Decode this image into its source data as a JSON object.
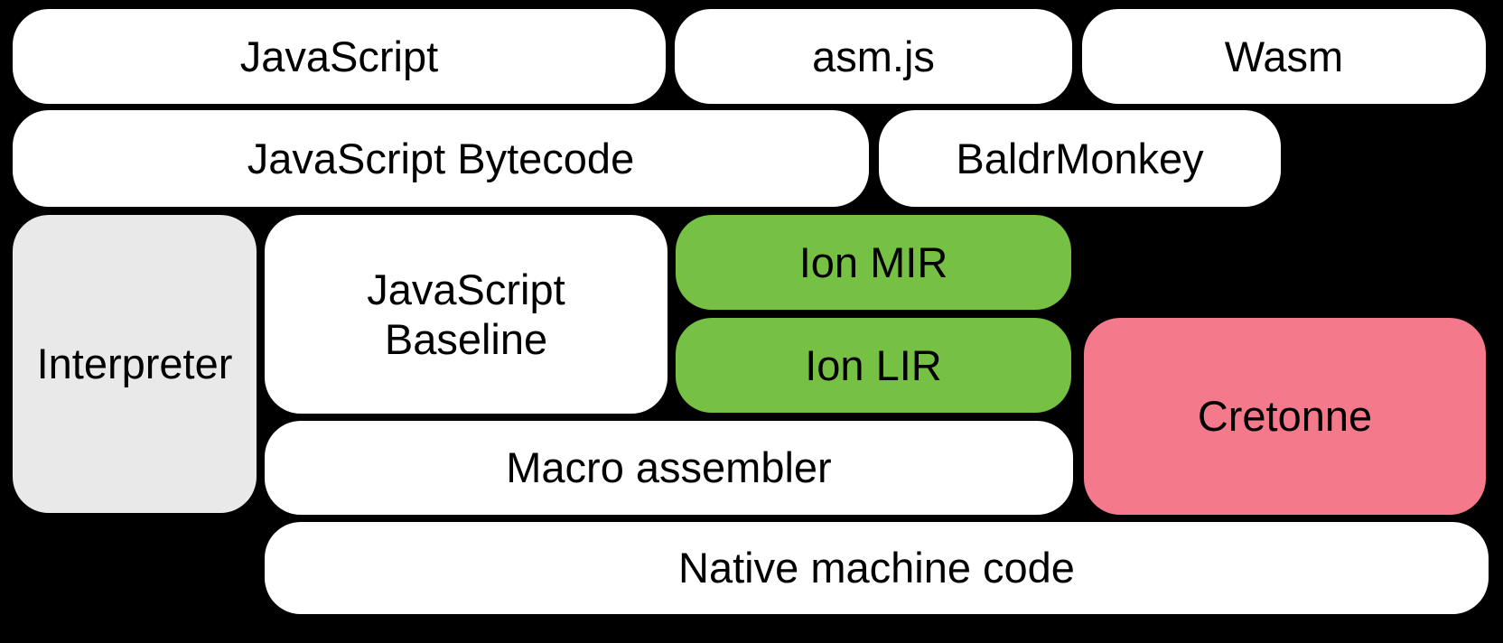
{
  "diagram": {
    "background_color": "#000000",
    "text_color": "#000000",
    "colors": {
      "white": "#ffffff",
      "gray": "#e9e9e9",
      "green": "#76c043",
      "pink": "#f4798b"
    },
    "boxes": {
      "javascript": {
        "label": "JavaScript",
        "fill": "white"
      },
      "asmjs": {
        "label": "asm.js",
        "fill": "white"
      },
      "wasm": {
        "label": "Wasm",
        "fill": "white"
      },
      "javascript_bytecode": {
        "label": "JavaScript Bytecode",
        "fill": "white"
      },
      "baldrmonkey": {
        "label": "BaldrMonkey",
        "fill": "white"
      },
      "interpreter": {
        "label": "Interpreter",
        "fill": "gray"
      },
      "javascript_baseline": {
        "line1": "JavaScript",
        "line2": "Baseline",
        "fill": "white"
      },
      "ion_mir": {
        "label": "Ion MIR",
        "fill": "green"
      },
      "ion_lir": {
        "label": "Ion LIR",
        "fill": "green"
      },
      "cretonne": {
        "label": "Cretonne",
        "fill": "pink"
      },
      "macro_assembler": {
        "label": "Macro assembler",
        "fill": "white"
      },
      "native_machine_code": {
        "label": "Native machine code",
        "fill": "white"
      }
    }
  }
}
